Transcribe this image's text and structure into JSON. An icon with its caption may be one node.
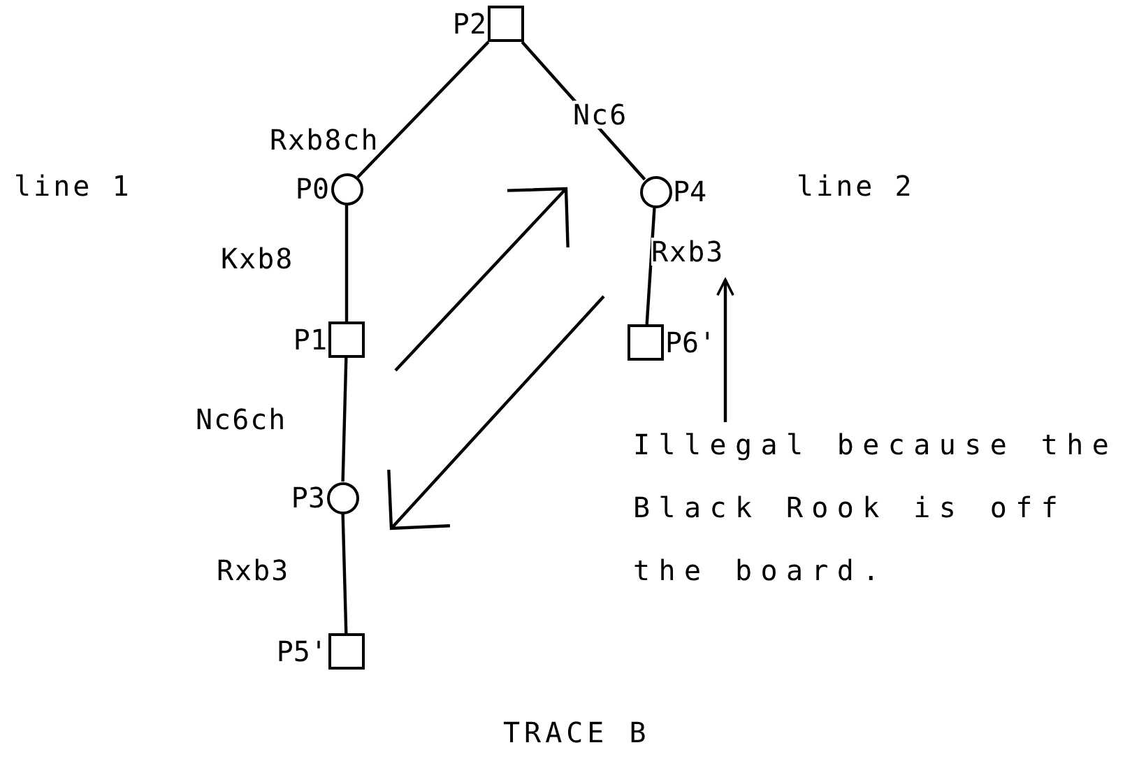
{
  "diagram": {
    "caption": "TRACE B",
    "nodes": [
      {
        "text": [],
        "shape": "box",
        "beside": [
          "P2"
        ]
      },
      {
        "text": [],
        "shape": "circle",
        "beside": [
          "P0"
        ]
      },
      {
        "text": [],
        "shape": "circle",
        "beside": [
          "P4"
        ]
      },
      {
        "text": [],
        "shape": "box",
        "beside": [
          "P1"
        ]
      },
      {
        "text": [],
        "shape": "box",
        "beside": [
          "P6'"
        ]
      },
      {
        "text": [],
        "shape": "circle",
        "beside": [
          "P3"
        ]
      },
      {
        "text": [
          "Illegal because the Black Rook is off the board."
        ]
      },
      {
        "text": [],
        "shape": "box",
        "beside": [
          "P5'"
        ]
      }
    ],
    "edges": [
      {
        "from": 0,
        "to": 1,
        "arrow": "none",
        "label": "Rxb8ch"
      },
      {
        "from": 0,
        "to": 2,
        "arrow": "none",
        "label": "Nc6"
      },
      {
        "from": 1,
        "to": 3,
        "arrow": "none",
        "label": "Kxb8"
      },
      {
        "from": 2,
        "to": 4,
        "arrow": "none",
        "label": "Rxb3"
      },
      {
        "from": 3,
        "to": 5,
        "arrow": "none",
        "label": "Nc6ch"
      },
      {
        "from": 5,
        "to": 7,
        "arrow": "none",
        "label": "Rxb3"
      },
      {
        "from": 6,
        "to": null,
        "arrow": "to"
      }
    ],
    "labels": [
      "line 1",
      "line 2"
    ]
  }
}
